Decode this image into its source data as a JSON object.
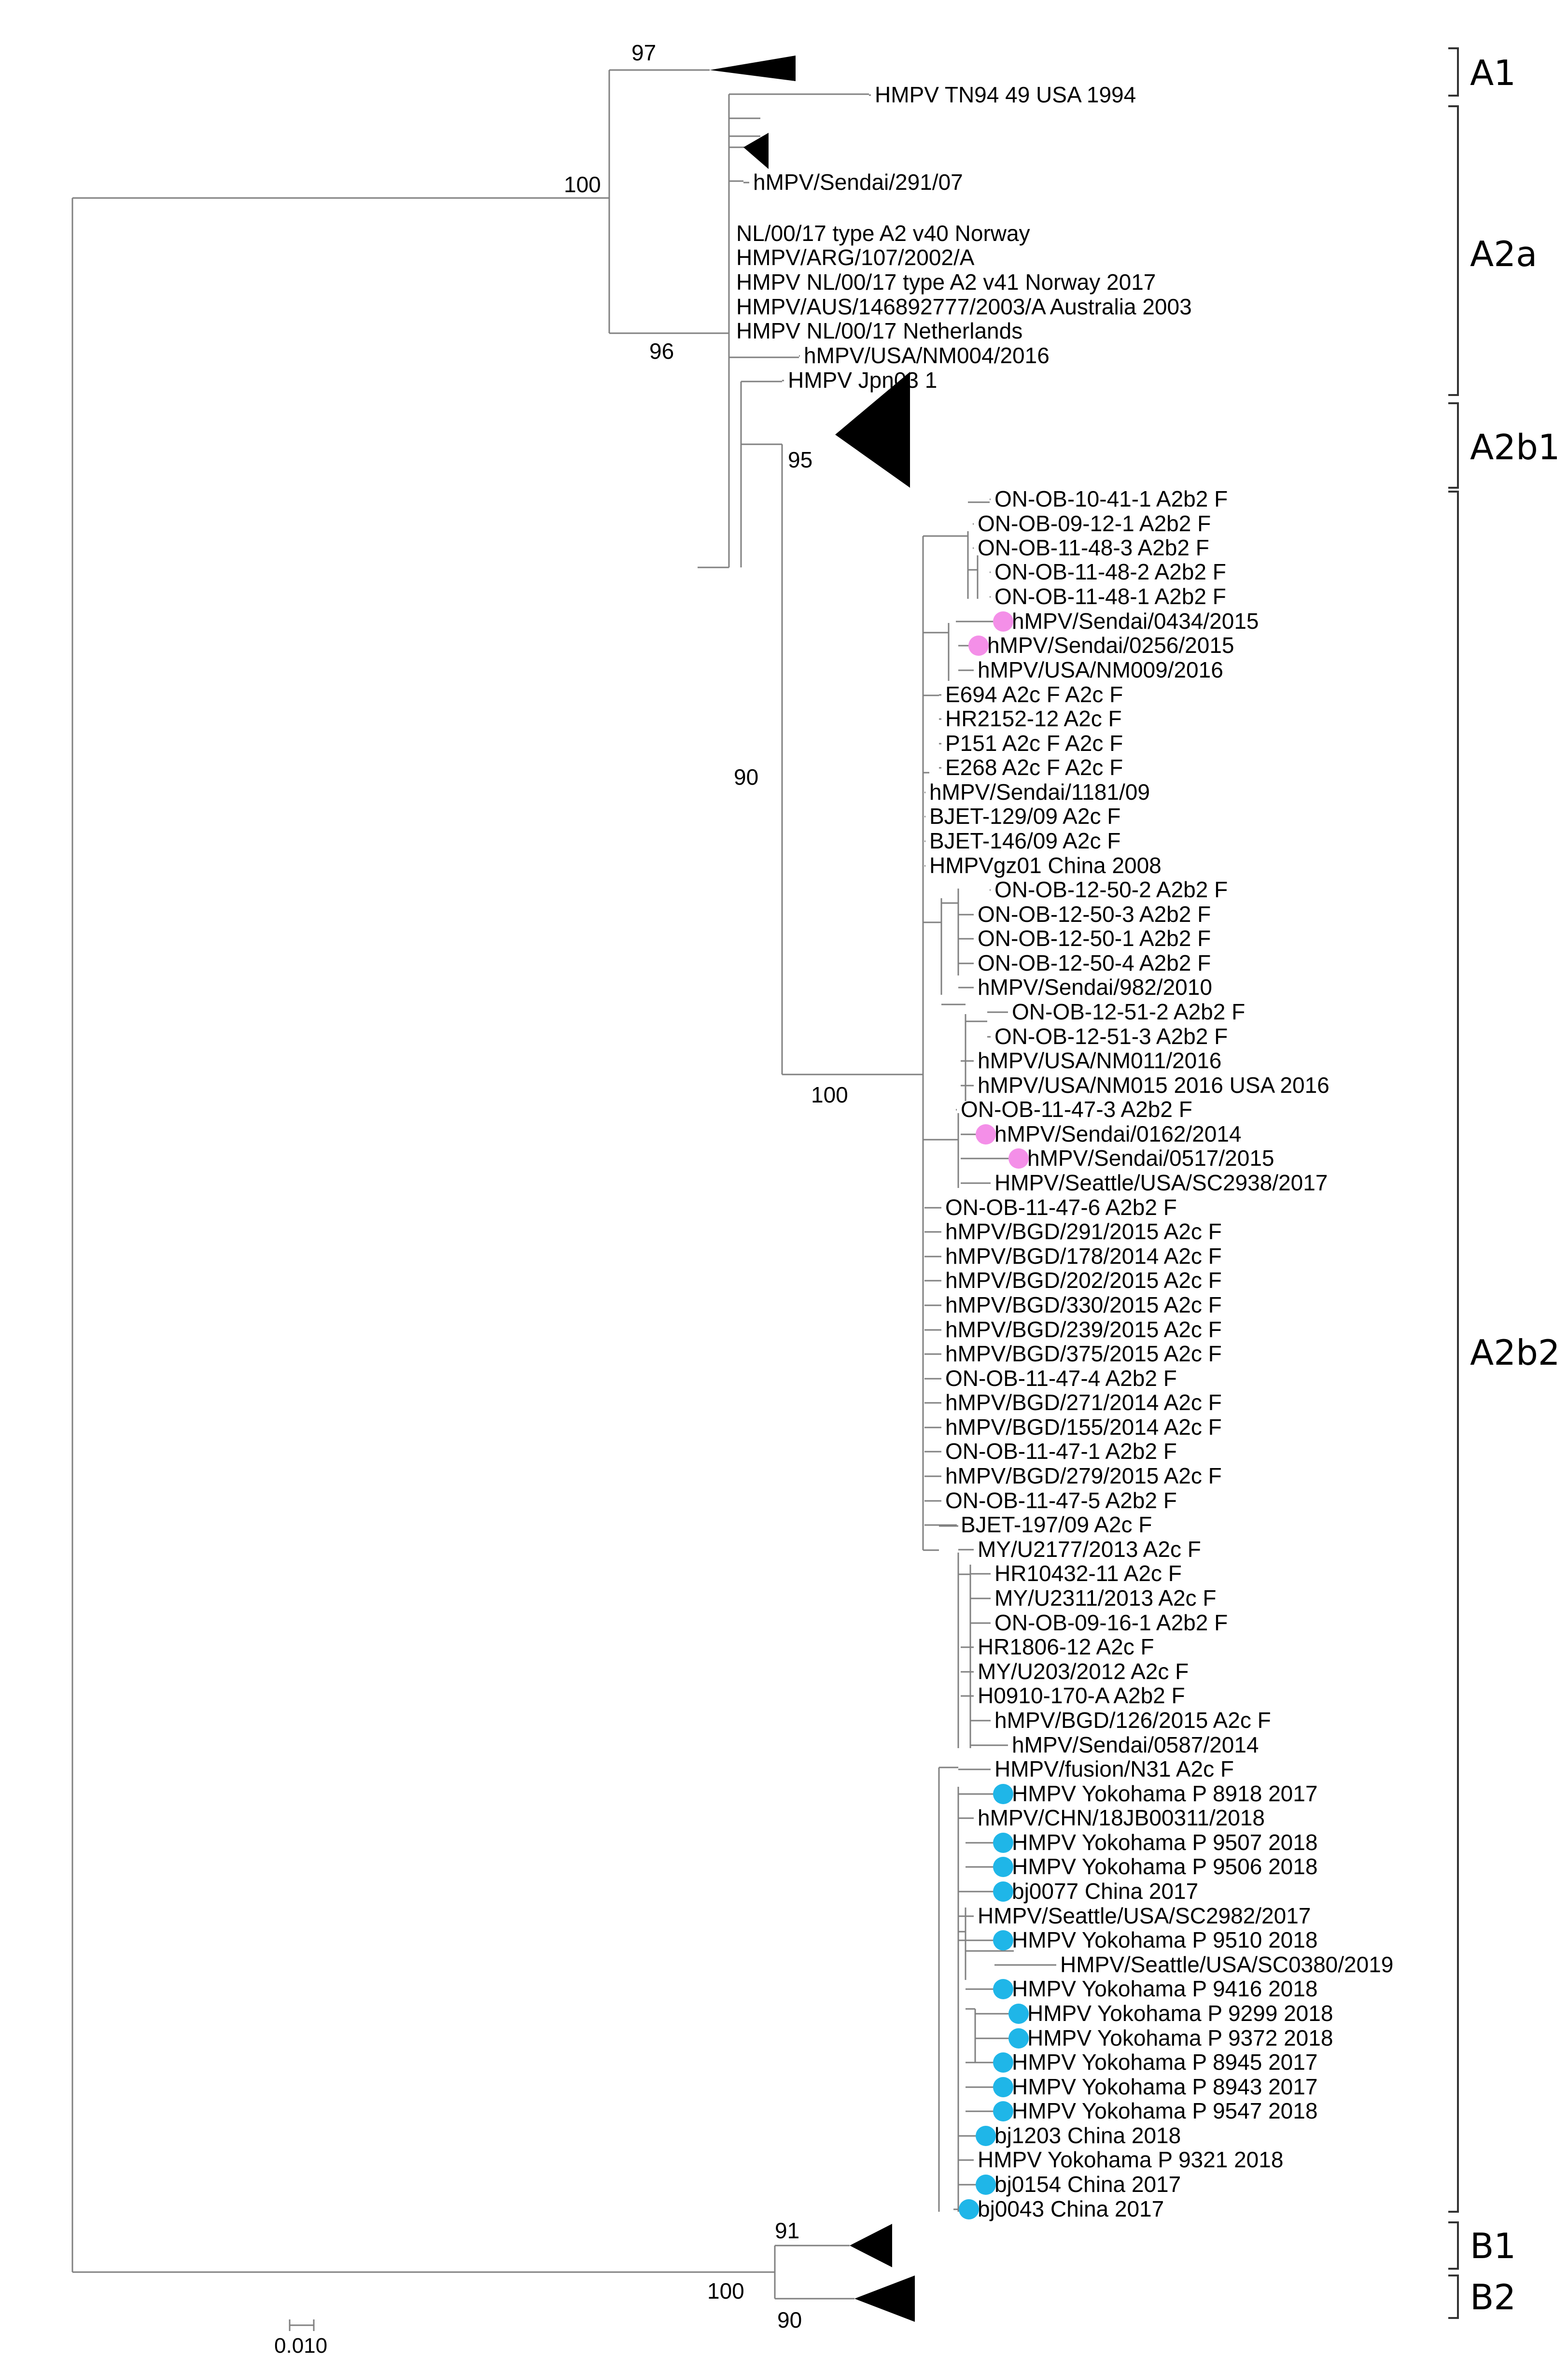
{
  "colors": {
    "sendai_marker": "#f48fe8",
    "yokohama_china_marker": "#1fb6e8",
    "branch": "#808080",
    "collapsed": "#000000"
  },
  "clades": [
    "A1",
    "A2a",
    "A2b1",
    "A2b2",
    "B1",
    "B2"
  ],
  "bootstrap": [
    "97",
    "100",
    "96",
    "95",
    "90",
    "100",
    "91",
    "100",
    "90"
  ],
  "scale_bar": "0.010",
  "tips": [
    "HMPV TN94 49 USA 1994",
    "hMPV/Sendai/291/07",
    "NL/00/17 type A2 v40 Norway",
    "HMPV/ARG/107/2002/A",
    "HMPV NL/00/17 type A2 v41 Norway 2017",
    "HMPV/AUS/146892777/2003/A Australia 2003",
    "HMPV NL/00/17 Netherlands",
    "hMPV/USA/NM004/2016",
    "HMPV Jpn03 1",
    "ON-OB-10-41-1 A2b2 F",
    "ON-OB-09-12-1 A2b2 F",
    "ON-OB-11-48-3 A2b2 F",
    "ON-OB-11-48-2 A2b2 F",
    "ON-OB-11-48-1 A2b2 F",
    "hMPV/Sendai/0434/2015",
    "hMPV/Sendai/0256/2015",
    "hMPV/USA/NM009/2016",
    "E694 A2c F A2c F",
    "HR2152-12 A2c F",
    "P151 A2c F A2c F",
    "E268 A2c F A2c F",
    "hMPV/Sendai/1181/09",
    "BJET-129/09 A2c F",
    "BJET-146/09 A2c F",
    "HMPVgz01 China 2008",
    "ON-OB-12-50-2 A2b2 F",
    "ON-OB-12-50-3 A2b2 F",
    "ON-OB-12-50-1 A2b2 F",
    "ON-OB-12-50-4 A2b2 F",
    "hMPV/Sendai/982/2010",
    "ON-OB-12-51-2 A2b2 F",
    "ON-OB-12-51-3 A2b2 F",
    "hMPV/USA/NM011/2016",
    "hMPV/USA/NM015 2016 USA 2016",
    "ON-OB-11-47-3 A2b2 F",
    "hMPV/Sendai/0162/2014",
    "hMPV/Sendai/0517/2015",
    "HMPV/Seattle/USA/SC2938/2017",
    "ON-OB-11-47-6 A2b2 F",
    "hMPV/BGD/291/2015 A2c F",
    "hMPV/BGD/178/2014 A2c F",
    "hMPV/BGD/202/2015 A2c F",
    "hMPV/BGD/330/2015 A2c F",
    "hMPV/BGD/239/2015 A2c F",
    "hMPV/BGD/375/2015 A2c F",
    "ON-OB-11-47-4 A2b2 F",
    "hMPV/BGD/271/2014 A2c F",
    "hMPV/BGD/155/2014 A2c F",
    "ON-OB-11-47-1 A2b2 F",
    "hMPV/BGD/279/2015 A2c F",
    "ON-OB-11-47-5 A2b2 F",
    "BJET-197/09 A2c F",
    "MY/U2177/2013 A2c F",
    "HR10432-11 A2c F",
    "MY/U2311/2013 A2c F",
    "ON-OB-09-16-1 A2b2 F",
    "HR1806-12 A2c F",
    "MY/U203/2012 A2c F",
    "H0910-170-A A2b2 F",
    "hMPV/BGD/126/2015 A2c F",
    "hMPV/Sendai/0587/2014",
    "HMPV/fusion/N31 A2c F",
    "HMPV Yokohama P 8918 2017",
    "hMPV/CHN/18JB00311/2018",
    "HMPV Yokohama P 9507 2018",
    "HMPV Yokohama P 9506 2018",
    "bj0077 China 2017",
    "HMPV/Seattle/USA/SC2982/2017",
    "HMPV Yokohama P 9510 2018",
    "HMPV/Seattle/USA/SC0380/2019",
    "HMPV Yokohama P 9416 2018",
    "HMPV Yokohama P 9299 2018",
    "HMPV Yokohama P 9372 2018",
    "HMPV Yokohama P 8945 2017",
    "HMPV Yokohama P 8943 2017",
    "HMPV Yokohama P 9547 2018",
    "bj1203 China 2018",
    "HMPV Yokohama P 9321 2018",
    "bj0154 China 2017",
    "bj0043 China 2017"
  ]
}
